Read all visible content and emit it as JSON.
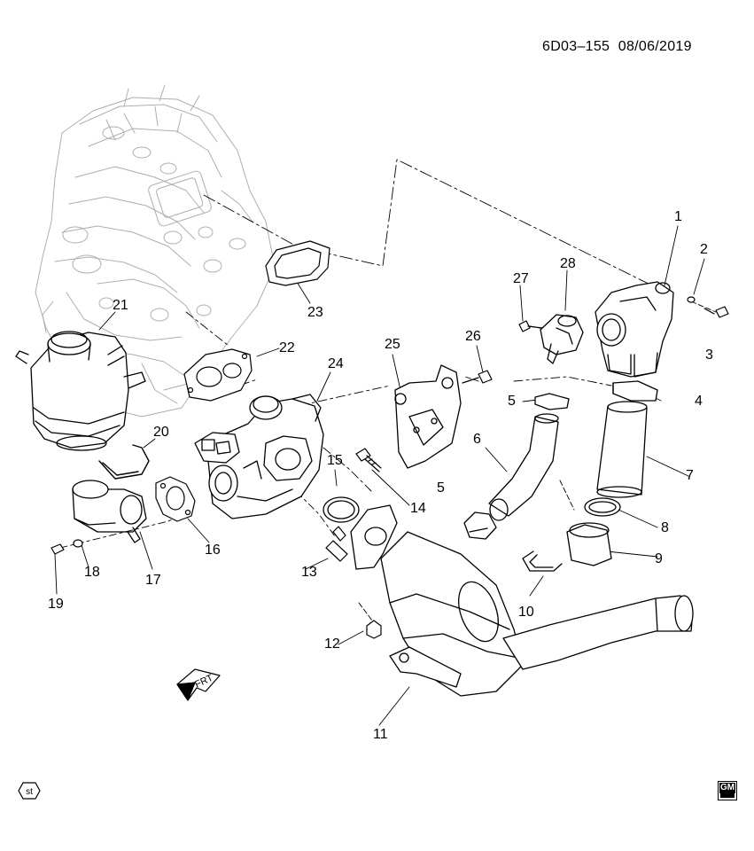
{
  "diagram_id": "6D03–155",
  "diagram_date": "08/06/2019",
  "st_badge": "st",
  "logo_text": "GM",
  "front_indicator": "FRT",
  "callouts": [
    "1",
    "2",
    "3",
    "4",
    "5",
    "5",
    "6",
    "7",
    "8",
    "9",
    "10",
    "11",
    "12",
    "13",
    "14",
    "15",
    "16",
    "17",
    "18",
    "19",
    "20",
    "21",
    "22",
    "23",
    "24",
    "25",
    "26",
    "27",
    "28"
  ]
}
